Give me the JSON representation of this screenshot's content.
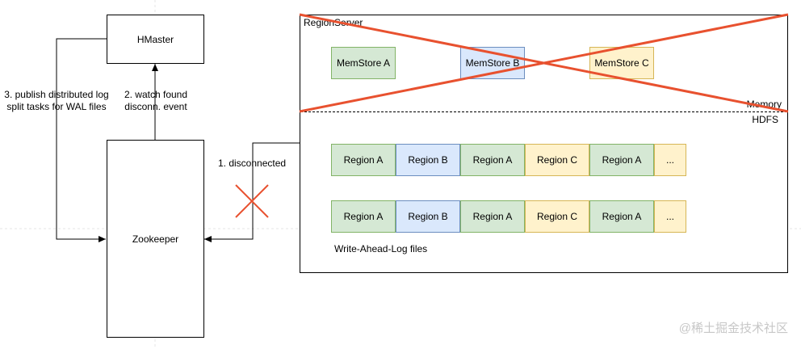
{
  "hmaster": {
    "label": "HMaster"
  },
  "zookeeper": {
    "label": "Zookeeper"
  },
  "edges": {
    "publish": [
      "3. publish distributed log",
      "split tasks for WAL files"
    ],
    "watch": [
      "2. watch found",
      "disconn. event"
    ],
    "disconnected": "1. disconnected"
  },
  "region_server": {
    "title": "RegionServer",
    "memory_label": "Memory",
    "hdfs_label": "HDFS",
    "memstores": [
      {
        "label": "MemStore A",
        "color": "#d5e8d4"
      },
      {
        "label": "MemStore B",
        "color": "#dae8fc"
      },
      {
        "label": "MemStore C",
        "color": "#fff2cc"
      }
    ],
    "wal_rows": [
      [
        "Region A",
        "Region B",
        "Region A",
        "Region C",
        "Region A",
        "..."
      ],
      [
        "Region A",
        "Region B",
        "Region A",
        "Region C",
        "Region A",
        "..."
      ]
    ],
    "wal_label": "Write-Ahead-Log files"
  },
  "colors": {
    "cross": "#e8512f",
    "green": "#d5e8d4",
    "blue": "#dae8fc",
    "yellow": "#fff2cc"
  },
  "watermark": "@稀土掘金技术社区"
}
